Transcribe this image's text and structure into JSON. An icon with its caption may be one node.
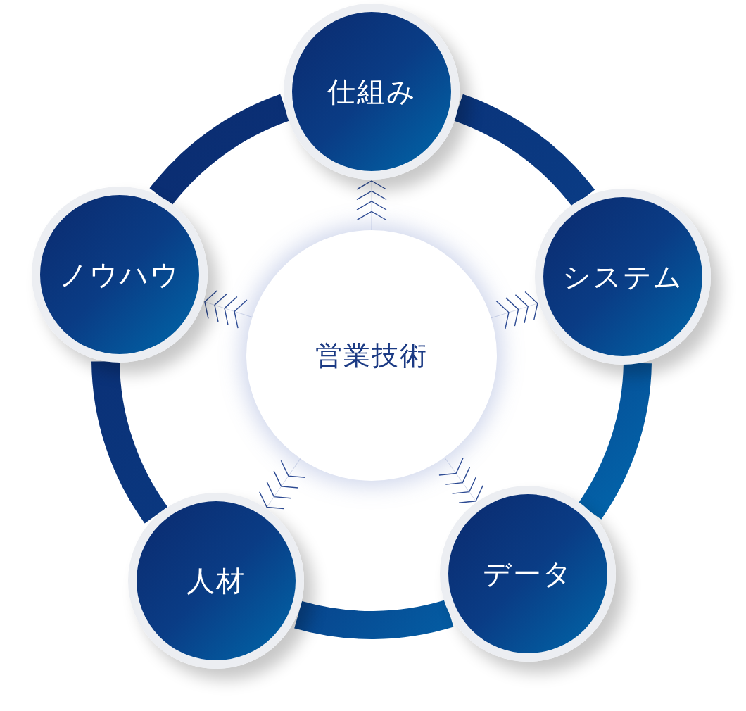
{
  "diagram": {
    "nodes": [
      {
        "text": [
          "仕組み"
        ]
      },
      {
        "text": [
          "ノウハウ"
        ]
      },
      {
        "text": [
          "システム"
        ]
      },
      {
        "text": [
          "営業技術"
        ]
      },
      {
        "text": [
          "人材"
        ]
      },
      {
        "text": [
          "データ"
        ]
      }
    ],
    "edges": [
      {
        "from": 0,
        "to": 2,
        "arrow": "none",
        "style": "thick"
      },
      {
        "from": 2,
        "to": 5,
        "arrow": "none",
        "style": "thick"
      },
      {
        "from": 5,
        "to": 4,
        "arrow": "none",
        "style": "thick"
      },
      {
        "from": 4,
        "to": 1,
        "arrow": "none",
        "style": "thick"
      },
      {
        "from": 1,
        "to": 0,
        "arrow": "none",
        "style": "thick"
      },
      {
        "from": 3,
        "to": 0,
        "arrow": "to"
      },
      {
        "from": 3,
        "to": 2,
        "arrow": "to"
      },
      {
        "from": 3,
        "to": 5,
        "arrow": "to"
      },
      {
        "from": 3,
        "to": 4,
        "arrow": "to"
      },
      {
        "from": 3,
        "to": 1,
        "arrow": "to"
      }
    ]
  }
}
